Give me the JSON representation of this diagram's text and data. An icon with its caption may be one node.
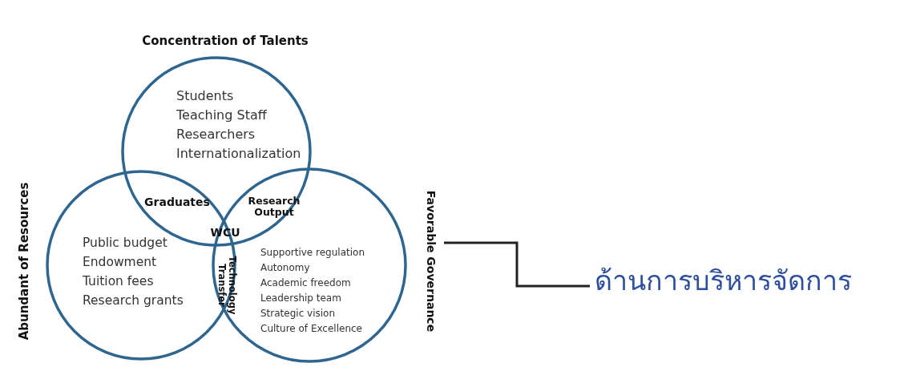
{
  "diagram": {
    "nodes": [
      {
        "text": [
          "Concentration of Talents",
          "Students",
          "Teaching Staff",
          "Researchers",
          "Internationalization"
        ]
      },
      {
        "text": [
          "Abundant of Resources",
          "Public budget",
          "Endowment",
          "Tuition fees",
          "Research grants"
        ]
      },
      {
        "text": [
          "Favorable Governance",
          "Supportive regulation",
          "Autonomy",
          "Academic freedom",
          "Leadership team",
          "Strategic vision",
          "Culture of Excellence"
        ]
      },
      {
        "text": [
          "ด้านการบริหารจัดการ"
        ]
      }
    ],
    "edges": [
      {
        "from": 3,
        "to": 2,
        "arrow": "none"
      }
    ],
    "labels": [
      "Graduates",
      "Research Output",
      "WCU",
      "Technology Transfer"
    ]
  }
}
